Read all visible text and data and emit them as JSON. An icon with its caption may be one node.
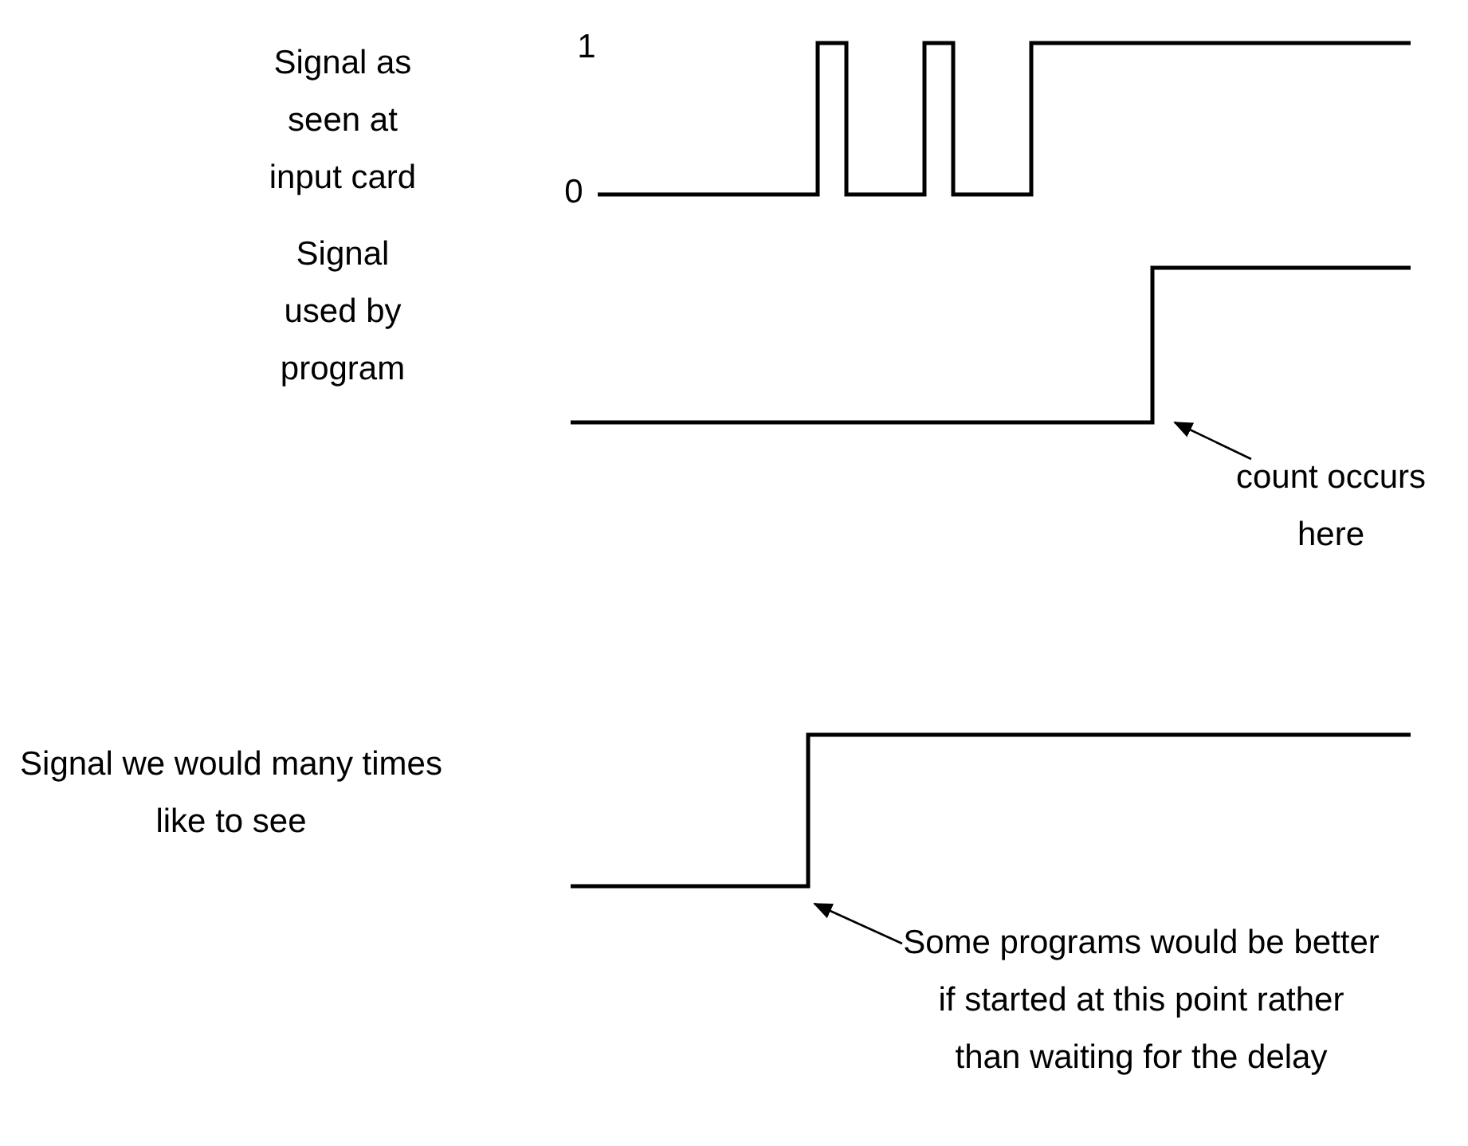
{
  "diagram": {
    "nodes": [
      {
        "text": [
          "count occurs here"
        ]
      },
      {
        "text": [
          "Some programs would be better if started at this point rather than waiting for the delay"
        ]
      }
    ],
    "edges": [
      {
        "from": 0,
        "to": null,
        "arrow": "to"
      },
      {
        "from": 1,
        "to": null,
        "arrow": "to"
      }
    ],
    "labels": [
      "Signal as seen at input card",
      "1",
      "0",
      "Signal used by program",
      "Signal we would many times like to see"
    ]
  }
}
